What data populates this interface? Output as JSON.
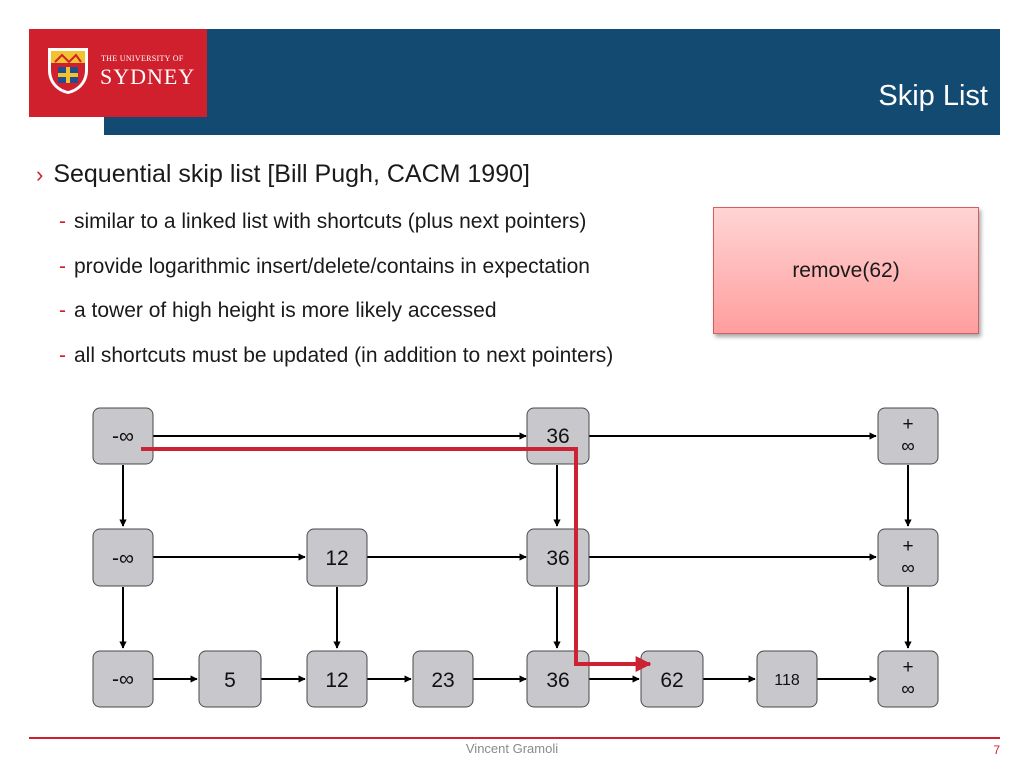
{
  "logo": {
    "small_text": "THE UNIVERSITY OF",
    "big_text": "SYDNEY"
  },
  "title": "Skip List",
  "bullets": {
    "main": {
      "marker": "›",
      "text": "Sequential skip list [Bill Pugh, CACM 1990]"
    },
    "subs": [
      {
        "marker": "-",
        "text": "similar to a linked list with shortcuts (plus next pointers)"
      },
      {
        "marker": "-",
        "text": "provide logarithmic insert/delete/contains in expectation"
      },
      {
        "marker": "-",
        "text": "a tower of high height is more likely accessed"
      },
      {
        "marker": "-",
        "text": "all shortcuts must be updated (in addition to next pointers)"
      }
    ]
  },
  "callout": {
    "text": "remove(62)"
  },
  "skiplist": {
    "levels": [
      {
        "nodes": [
          "-∞",
          "36",
          "+∞"
        ]
      },
      {
        "nodes": [
          "-∞",
          "12",
          "36",
          "+∞"
        ]
      },
      {
        "nodes": [
          "-∞",
          "5",
          "12",
          "23",
          "36",
          "62",
          "118",
          "+∞"
        ]
      }
    ]
  },
  "colors": {
    "header": "#134a72",
    "brand_red": "#d0202d",
    "callout": "#ffb0b0",
    "node_fill": "#c7c7cc",
    "search_path": "#cc2233"
  },
  "footer": {
    "author": "Vincent Gramoli",
    "page": "7"
  }
}
